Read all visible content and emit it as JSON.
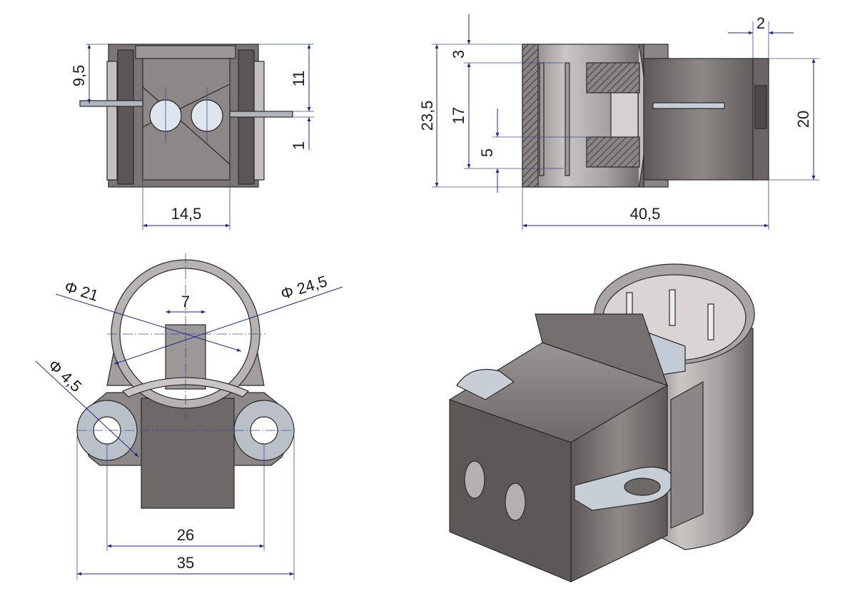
{
  "colors": {
    "dimension_line": "#1f2a8a",
    "body_face": "#6f6a68",
    "body_light": "#a9a5a3",
    "body_dark": "#4a4646",
    "ring": "#b9b6b4",
    "tab_metal": "#c9d3dd",
    "hatch": "#555555"
  },
  "top_left_view": {
    "dim_height_left": "9,5",
    "dim_height_right_top": "11",
    "dim_height_right_bottom": "1",
    "dim_width_bottom": "14,5"
  },
  "top_right_view": {
    "dim_top_gap": "3",
    "dim_inner": "17",
    "dim_outer": "23,5",
    "dim_small": "5",
    "dim_tab_thickness": "2",
    "dim_right_height": "20",
    "dim_total_length": "40,5"
  },
  "bottom_left_view": {
    "dim_inner_diameter": "Φ 21",
    "dim_outer_diameter": "Φ 24,5",
    "dim_slot_width": "7",
    "dim_hole_diameter": "Φ 4,5",
    "dim_hole_spacing": "26",
    "dim_total_width": "35"
  },
  "isometric_view": {
    "icon": "brush-holder-3d-icon"
  }
}
